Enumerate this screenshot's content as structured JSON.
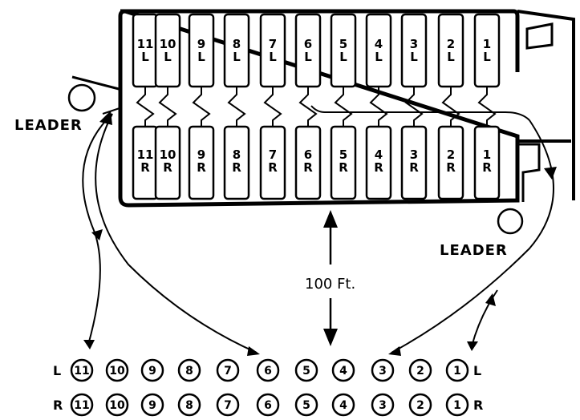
{
  "leader_left": "LEADER",
  "leader_right": "LEADER",
  "distance_label": "100 Ft.",
  "top_row_labels": [
    {
      "num": "11",
      "side": "L"
    },
    {
      "num": "10",
      "side": "L"
    },
    {
      "num": "9",
      "side": "L"
    },
    {
      "num": "8",
      "side": "L"
    },
    {
      "num": "7",
      "side": "L"
    },
    {
      "num": "6",
      "side": "L"
    },
    {
      "num": "5",
      "side": "L"
    },
    {
      "num": "4",
      "side": "L"
    },
    {
      "num": "3",
      "side": "L"
    },
    {
      "num": "2",
      "side": "L"
    },
    {
      "num": "1",
      "side": "L"
    }
  ],
  "bottom_row_labels": [
    {
      "num": "11",
      "side": "R"
    },
    {
      "num": "10",
      "side": "R"
    },
    {
      "num": "9",
      "side": "R"
    },
    {
      "num": "8",
      "side": "R"
    },
    {
      "num": "7",
      "side": "R"
    },
    {
      "num": "6",
      "side": "R"
    },
    {
      "num": "5",
      "side": "R"
    },
    {
      "num": "4",
      "side": "R"
    },
    {
      "num": "3",
      "side": "R"
    },
    {
      "num": "2",
      "side": "R"
    },
    {
      "num": "1",
      "side": "R"
    }
  ],
  "circle_row_l": {
    "prefix": "L",
    "suffix": "L",
    "numbers": [
      "11",
      "10",
      "9",
      "8",
      "7",
      "6",
      "5",
      "4",
      "3",
      "2",
      "1"
    ]
  },
  "circle_row_r": {
    "prefix": "R",
    "suffix": "R",
    "numbers": [
      "11",
      "10",
      "9",
      "8",
      "7",
      "6",
      "5",
      "4",
      "3",
      "2",
      "1"
    ]
  }
}
